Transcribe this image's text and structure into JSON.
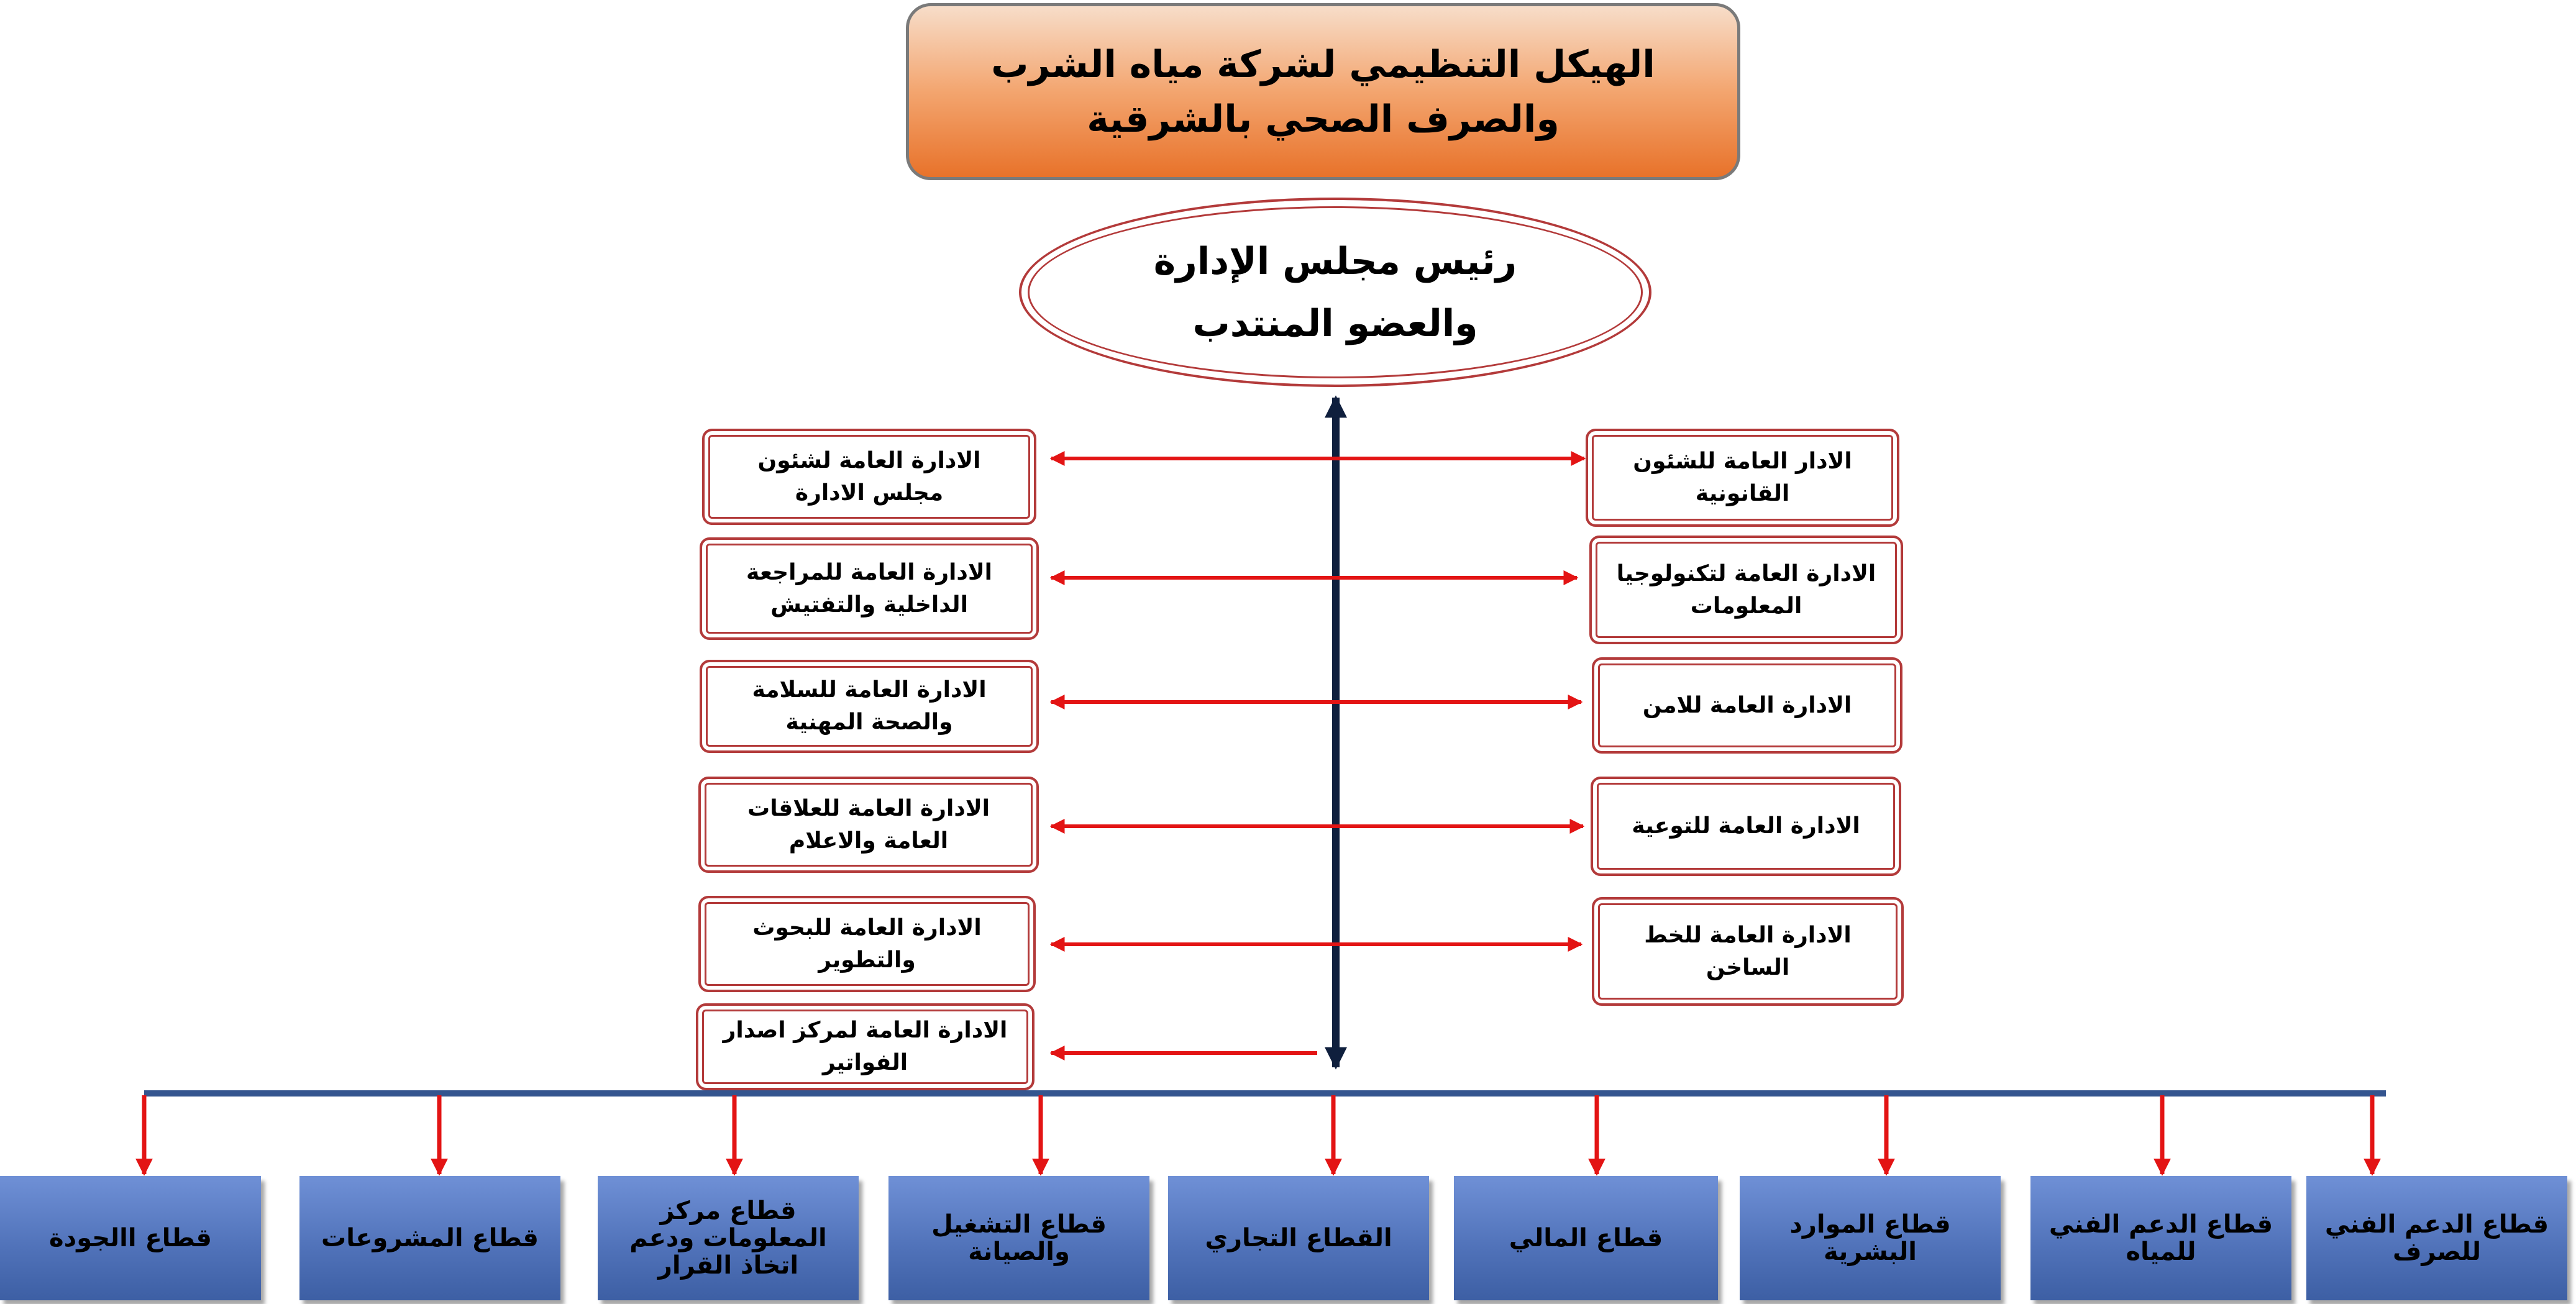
{
  "title": "الهيكل التنظيمي لشركة مياه الشرب والصرف الصحي بالشرقية",
  "chairman": {
    "line1": "رئيس مجلس الإدارة",
    "line2": "والعضو المنتدب"
  },
  "left_departments": [
    "الادارة العامة لشئون مجلس الادارة",
    "الادارة العامة للمراجعة الداخلية والتفتيش",
    "الادارة العامة للسلامة والصحة المهنية",
    "الادارة العامة للعلاقات العامة والاعلام",
    "الادارة العامة للبحوث والتطوير",
    "الادارة العامة لمركز اصدار الفواتير"
  ],
  "right_departments": [
    "الادار العامة للشئون القانونية",
    "الادارة العامة لتكنولوجيا المعلومات",
    "الادارة العامة للامن",
    "الادارة العامة للتوعية",
    "الادارة العامة للخط الساخن"
  ],
  "sectors": [
    "قطاع االجودة",
    "قطاع المشروعات",
    "قطاع مركز المعلومات ودعم اتخاذ القرار",
    "قطاع التشغيل والصيانة",
    "القطاع التجاري",
    "قطاع المالي",
    "قطاع الموارد البشرية",
    "قطاع الدعم الفني للمياه",
    "قطاع الدعم الفني للصرف"
  ],
  "colors": {
    "arrow_red": "#e31414",
    "trunk_navy": "#0f1f3d",
    "bus_blue": "#34558f",
    "box_border": "#b33a3a",
    "title_orange": "#e8722a",
    "sector_blue": "#4f71b8"
  }
}
